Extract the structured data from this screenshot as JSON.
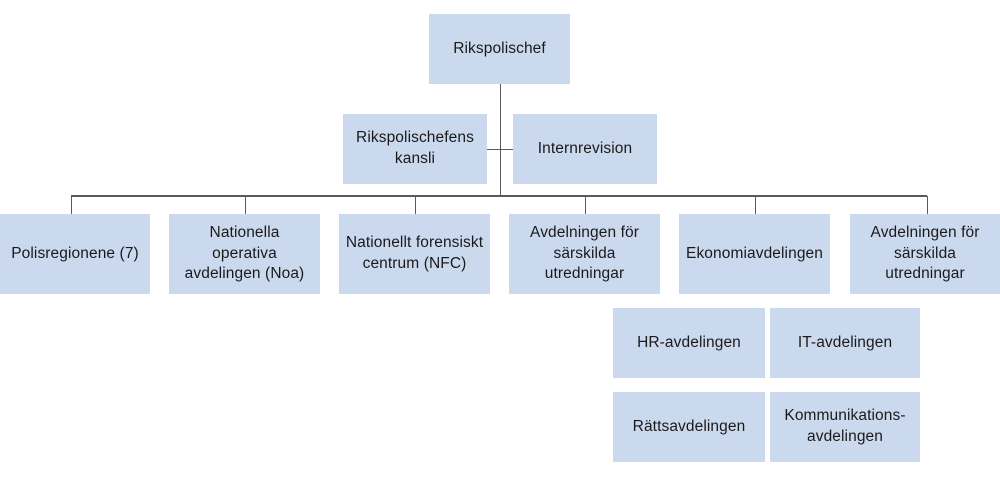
{
  "theme": {
    "box_fill": "#cbd9ef",
    "text_color": "#1a1a1a",
    "line_color": "#595959",
    "background": "#ffffff"
  },
  "nodes": {
    "rikspolischef": {
      "label": "Rikspolischef"
    },
    "kansli": {
      "label": "Rikspolischefens\nkansli"
    },
    "internrevision": {
      "label": "Internrevision"
    },
    "polisregionene": {
      "label": "Polisregionene (7)"
    },
    "noa": {
      "label": "Nationella\noperativa\navdelingen (Noa)"
    },
    "nfc": {
      "label": "Nationellt forensiskt\ncentrum (NFC)"
    },
    "sarskilda1": {
      "label": "Avdelningen för\nsärskilda\nutredningar"
    },
    "ekonomi": {
      "label": "Ekonomiavdelingen"
    },
    "sarskilda2": {
      "label": "Avdelningen för\nsärskilda\nutredningar"
    },
    "hr": {
      "label": "HR-avdelingen"
    },
    "it": {
      "label": "IT-avdelingen"
    },
    "ratts": {
      "label": "Rättsavdelingen"
    },
    "kommunikation": {
      "label": "Kommunikations-\navdelingen"
    }
  }
}
